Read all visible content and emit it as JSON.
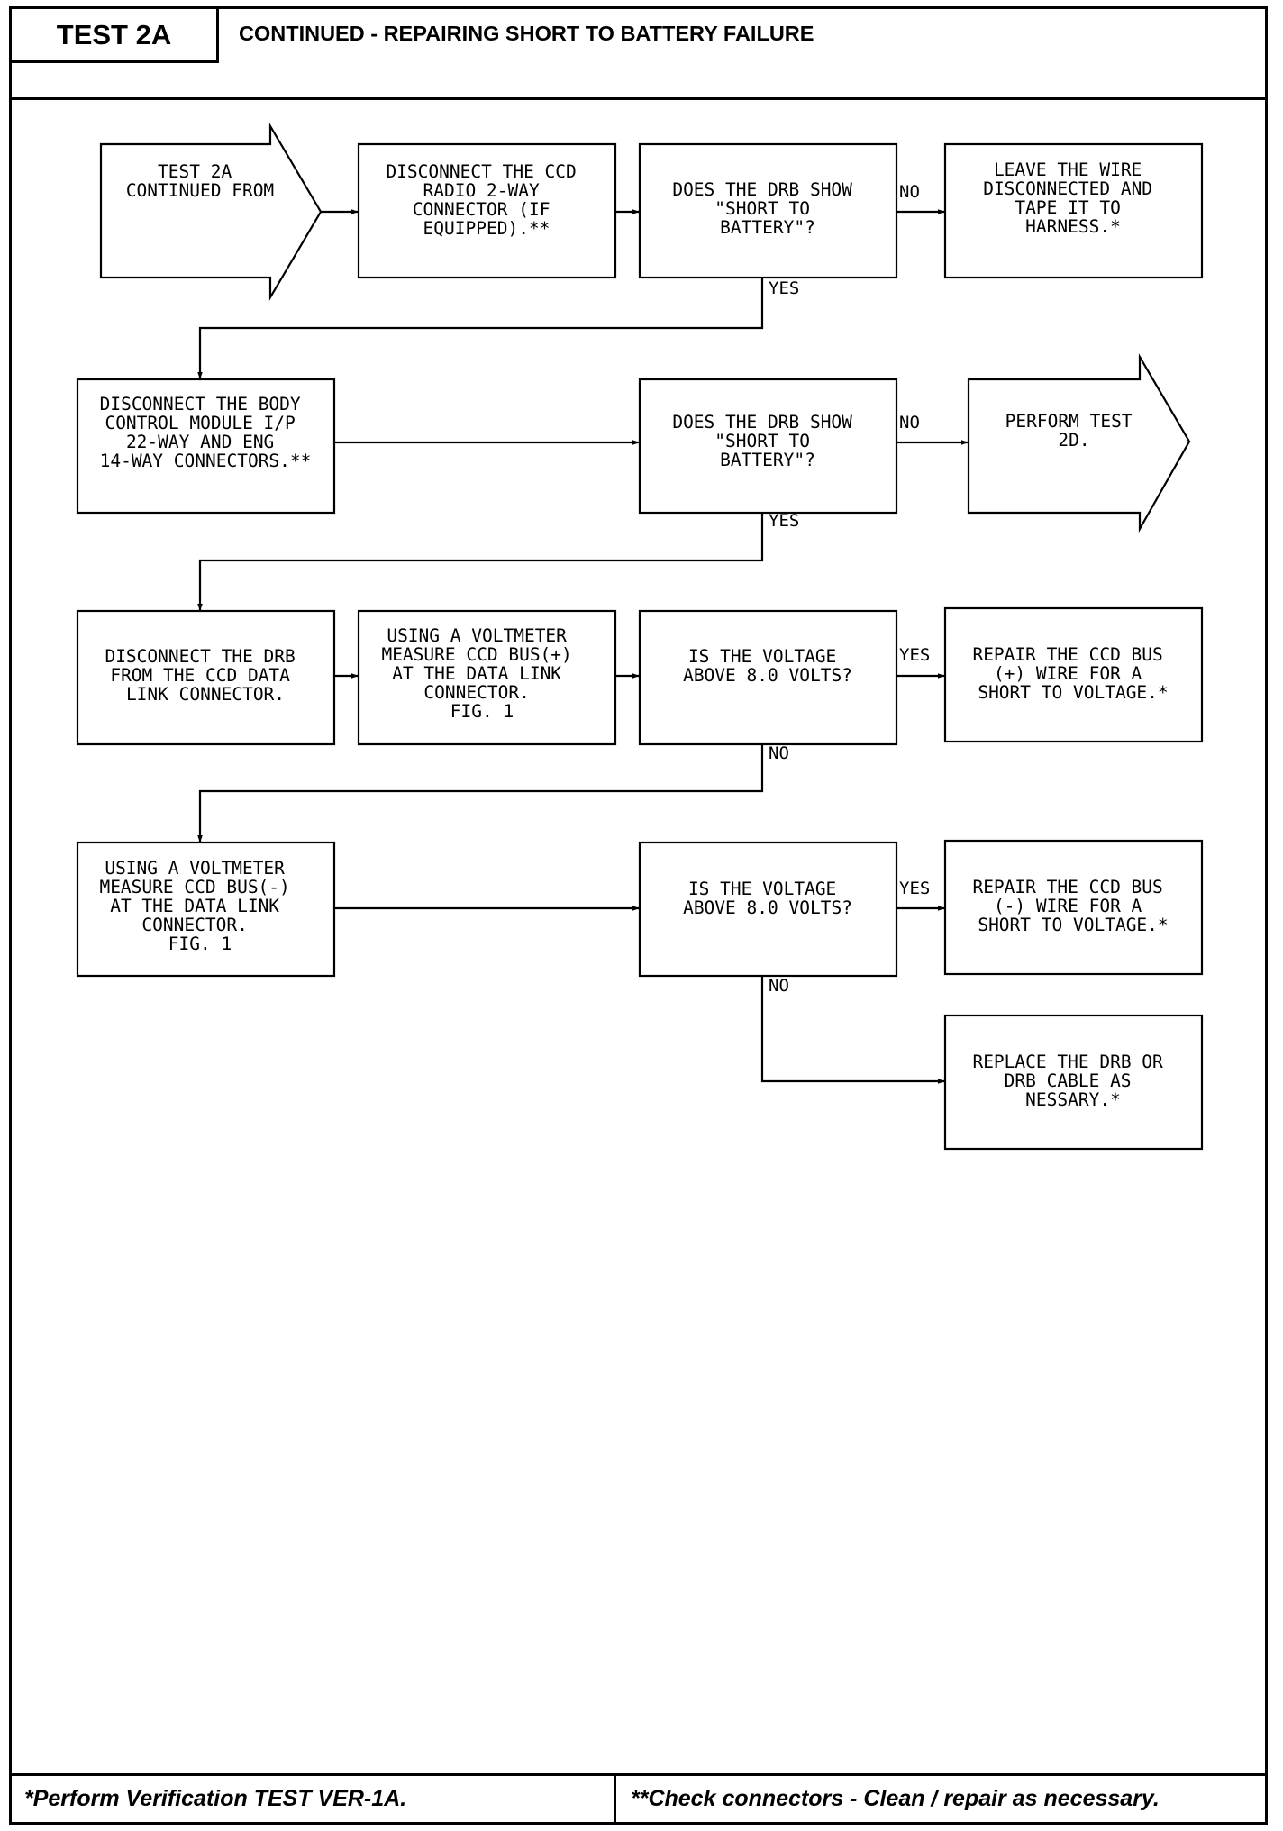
{
  "header": {
    "test_id": "TEST 2A",
    "title": "CONTINUED - REPAIRING SHORT TO BATTERY FAILURE"
  },
  "steps": {
    "continued_from": [
      "TEST 2A",
      "CONTINUED FROM"
    ],
    "disconnect_radio": [
      "DISCONNECT THE CCD",
      "RADIO 2-WAY",
      "CONNECTOR (IF",
      "EQUIPPED).**"
    ],
    "drb_short_1": [
      "DOES THE DRB SHOW",
      "\"SHORT TO",
      "BATTERY\"?"
    ],
    "leave_wire": [
      "LEAVE THE WIRE",
      "DISCONNECTED AND",
      "TAPE IT TO",
      "HARNESS.*"
    ],
    "disconnect_bcm": [
      "DISCONNECT THE BODY",
      "CONTROL MODULE I/P",
      "22-WAY AND ENG",
      "14-WAY CONNECTORS.**"
    ],
    "drb_short_2": [
      "DOES THE DRB SHOW",
      "\"SHORT TO",
      "BATTERY\"?"
    ],
    "perform_2d": [
      "PERFORM TEST",
      "2D."
    ],
    "disconnect_drb": [
      "DISCONNECT THE DRB",
      "FROM THE CCD DATA",
      "LINK CONNECTOR."
    ],
    "measure_plus": [
      "USING A VOLTMETER",
      "MEASURE CCD BUS(+)",
      "AT THE DATA LINK",
      "CONNECTOR.",
      "FIG. 1"
    ],
    "voltage_1": [
      "IS THE VOLTAGE",
      "ABOVE 8.0 VOLTS?"
    ],
    "repair_plus": [
      "REPAIR THE CCD BUS",
      "(+) WIRE FOR A",
      "SHORT TO VOLTAGE.*"
    ],
    "measure_minus": [
      "USING A VOLTMETER",
      "MEASURE CCD BUS(-)",
      "AT THE DATA LINK",
      "CONNECTOR.",
      "FIG. 1"
    ],
    "voltage_2": [
      "IS THE VOLTAGE",
      "ABOVE 8.0 VOLTS?"
    ],
    "repair_minus": [
      "REPAIR THE CCD BUS",
      "(-) WIRE FOR A",
      "SHORT TO VOLTAGE.*"
    ],
    "replace_drb": [
      "REPLACE THE DRB OR",
      "DRB CABLE AS",
      "NESSARY.*"
    ]
  },
  "labels": {
    "yes": "YES",
    "no": "NO"
  },
  "footer": {
    "left": "*Perform Verification TEST VER-1A.",
    "right": "**Check connectors - Clean / repair as necessary."
  }
}
